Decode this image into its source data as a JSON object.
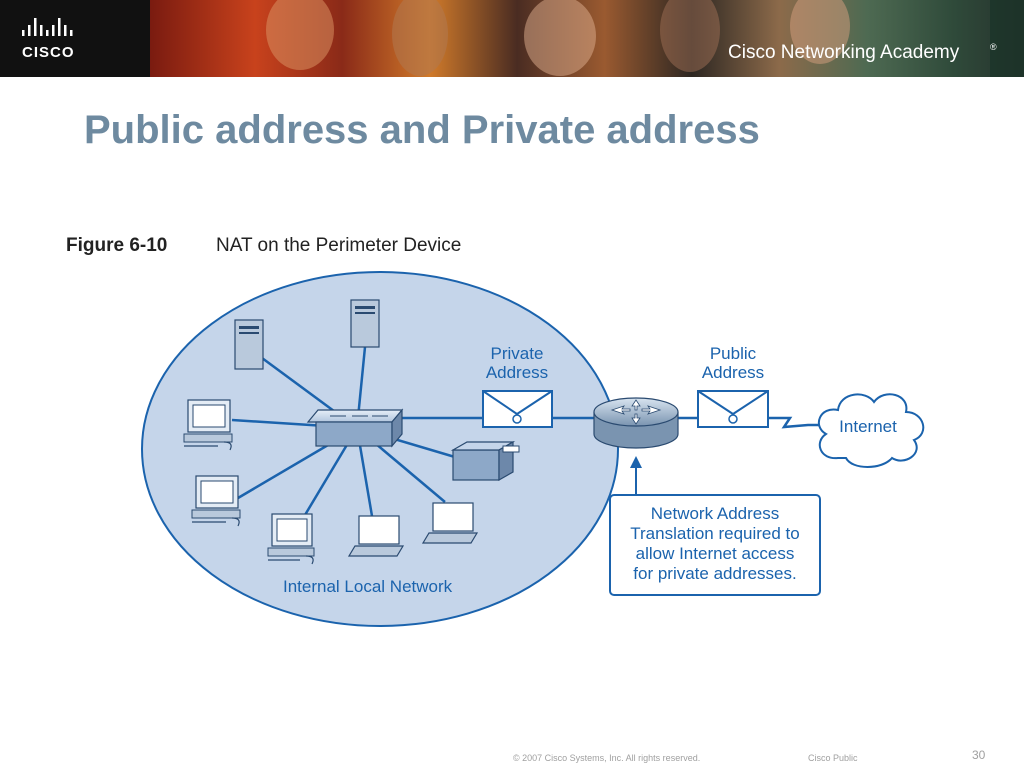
{
  "banner": {
    "logo_text": "CISCO",
    "academy_text": "Cisco Networking Academy",
    "academy_mark": "®"
  },
  "slide": {
    "title": "Public address and Private address"
  },
  "figure": {
    "number": "Figure 6-10",
    "caption": "NAT on the Perimeter Device",
    "network_label": "Internal Local Network",
    "private_label_line1": "Private",
    "private_label_line2": "Address",
    "public_label_line1": "Public",
    "public_label_line2": "Address",
    "internet_label": "Internet",
    "note_lines": [
      "Network Address",
      "Translation required to",
      "allow Internet access",
      "for private addresses."
    ]
  },
  "footer": {
    "copyright": "© 2007 Cisco Systems, Inc. All rights reserved.",
    "classification": "Cisco Public",
    "page_number": "30"
  },
  "colors": {
    "title": "#6e8aa0",
    "network_fill": "#c5d5ea",
    "stroke": "#1b63ad",
    "label_text": "#1b63ad",
    "banner_bg": "#111111"
  }
}
